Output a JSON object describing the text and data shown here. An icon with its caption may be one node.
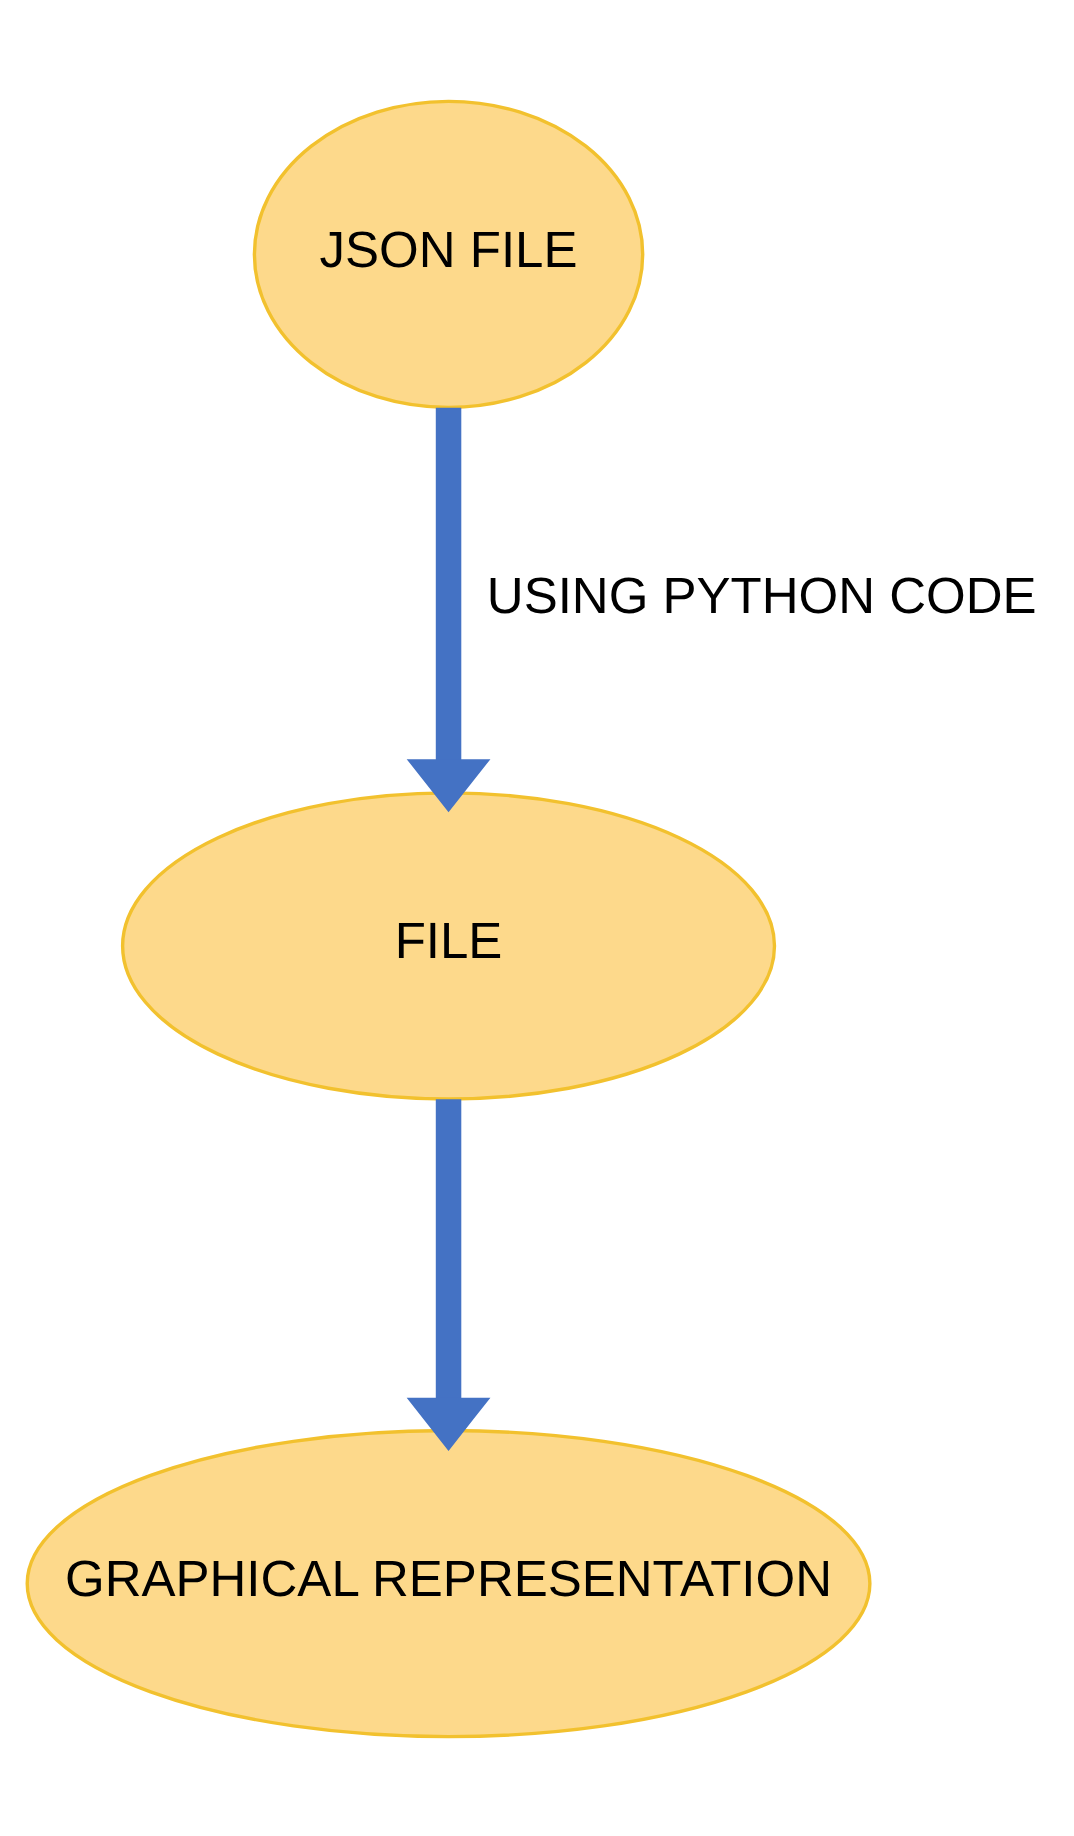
{
  "diagram": {
    "nodes": [
      {
        "text": [
          "JSON FILE"
        ]
      },
      {
        "text": [
          "FILE"
        ]
      },
      {
        "text": [
          "GRAPHICAL REPRESENTATION"
        ]
      }
    ],
    "edges": [
      {
        "from": 0,
        "to": 1,
        "arrow": "to",
        "label": "USING PYTHON CODE"
      },
      {
        "from": 1,
        "to": 2,
        "arrow": "to"
      }
    ]
  }
}
